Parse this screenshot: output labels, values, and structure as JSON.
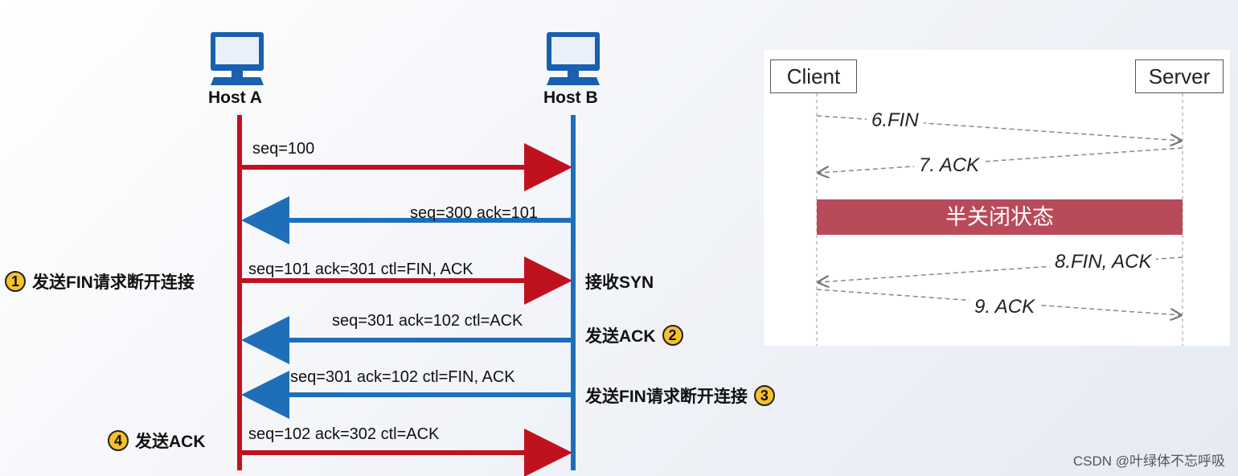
{
  "hosts": {
    "a": "Host A",
    "b": "Host B"
  },
  "messages": [
    "seq=100",
    "seq=300 ack=101",
    "seq=101 ack=301 ctl=FIN, ACK",
    "seq=301 ack=102 ctl=ACK",
    "seq=301 ack=102 ctl=FIN, ACK",
    "seq=102 ack=302 ctl=ACK"
  ],
  "annotations": {
    "step1": {
      "num": "1",
      "text": "发送FIN请求断开连接"
    },
    "recv": {
      "text": "接收SYN"
    },
    "step2": {
      "num": "2",
      "text": "发送ACK"
    },
    "step3": {
      "num": "3",
      "text": "发送FIN请求断开连接"
    },
    "step4": {
      "num": "4",
      "text": "发送ACK"
    }
  },
  "panel": {
    "client": "Client",
    "server": "Server",
    "messages": [
      "6.FIN",
      "7. ACK",
      "8.FIN, ACK",
      "9. ACK"
    ],
    "state": "半关闭状态"
  },
  "watermark": "CSDN @叶绿体不忘呼吸",
  "colors": {
    "red": "#c0121e",
    "blue": "#1f6fb8",
    "badge": "#f6c12a",
    "state": "#b84a5a"
  }
}
